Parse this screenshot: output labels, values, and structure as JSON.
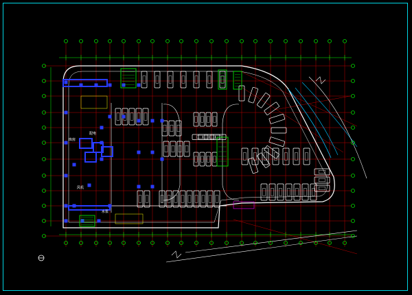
{
  "drawing": {
    "background": "#000000",
    "frame_color": "#00d7e6",
    "colors": {
      "grid": "#c00000",
      "wall": "#ffffff",
      "column": "#2a3cff",
      "car": "#ffffff",
      "ramp": "#00c0ff",
      "stair": "#00e000",
      "axis_bubble": "#00e000",
      "annotation": "#ffff00",
      "dimension": "#00ff00",
      "hatch": "#ff00ff"
    },
    "north_arrow_icon": "north-arrow-icon",
    "room_tags": [
      "库房",
      "配电",
      "风机",
      "水泵"
    ]
  }
}
